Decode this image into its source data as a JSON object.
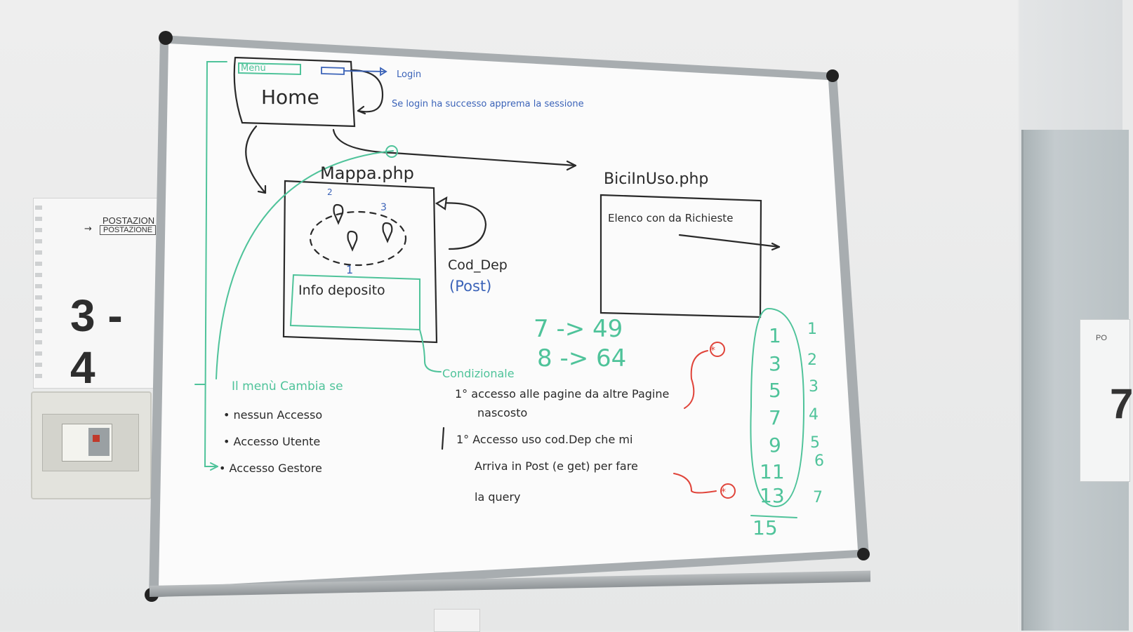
{
  "scene": {
    "type": "photo of a whiteboard with hand-drawn web application flow diagram",
    "colors": {
      "ink_black": "#2a2a2a",
      "ink_green": "#4fc39a",
      "ink_blue": "#3b63b8",
      "ink_red": "#e0443a"
    }
  },
  "wall_sign": {
    "line1": "POSTAZION",
    "line2": "POSTAZIONE",
    "number": "3 - 4"
  },
  "right_sign": {
    "text": "PO",
    "number": "7"
  },
  "board": {
    "home_box": {
      "tab_label": "Menù",
      "title": "Home"
    },
    "login_label": "Login",
    "login_note": "Se login ha successo apprema la sessione",
    "mappa": {
      "title": "Mappa.php",
      "pins": [
        "2",
        "3",
        "1"
      ],
      "info_box": "Info deposito"
    },
    "cod_dep": {
      "label": "Cod_Dep",
      "method": "(Post)"
    },
    "bici_in_uso": {
      "title": "BiciInUso.php",
      "content": "Elenco con da Richieste"
    },
    "numbers_green": [
      "7 -> 49",
      "8 -> 64"
    ],
    "menu_notes": {
      "heading": "Il menù Cambia se",
      "items": [
        "• nessun Accesso",
        "• Accesso Utente",
        "• Accesso Gestore"
      ]
    },
    "condition_label": "Condizionale",
    "notes": {
      "line1": "1° accesso alle pagine da altre Pagine",
      "line2": "nascosto",
      "line3": "1° Accesso uso cod.Dep che mi",
      "line4": "Arriva in Post (e get) per fare",
      "line5": "la query"
    },
    "sequence_left": [
      "1",
      "3",
      "5",
      "7",
      "9",
      "11",
      "13"
    ],
    "sequence_right": [
      "1",
      "2",
      "3",
      "4",
      "5",
      "6",
      "7"
    ],
    "sequence_total": "15",
    "marker": "*"
  }
}
